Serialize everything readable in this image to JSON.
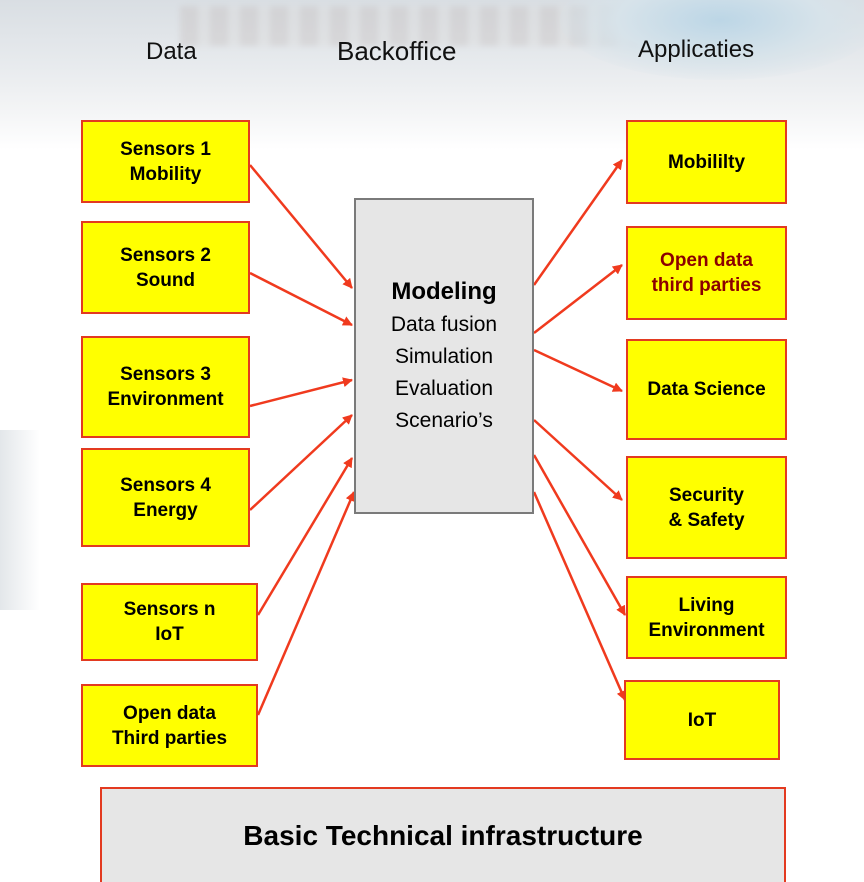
{
  "headers": {
    "data": "Data",
    "backoffice": "Backoffice",
    "applications": "Applicaties"
  },
  "sources": [
    {
      "line1": "Sensors 1",
      "line2": "Mobility"
    },
    {
      "line1": "Sensors 2",
      "line2": "Sound"
    },
    {
      "line1": "Sensors 3",
      "line2": "Environment"
    },
    {
      "line1": "Sensors 4",
      "line2": "Energy"
    },
    {
      "line1": "Sensors n",
      "line2": "IoT"
    },
    {
      "line1": "Open data",
      "line2": "Third parties"
    }
  ],
  "backoffice": {
    "title": "Modeling",
    "lines": [
      "Data fusion",
      "Simulation",
      "Evaluation",
      "Scenario’s"
    ]
  },
  "applications": [
    {
      "line1": "Mobililty",
      "line2": ""
    },
    {
      "line1": "Open data",
      "line2": "third parties"
    },
    {
      "line1": "Data Science",
      "line2": ""
    },
    {
      "line1": "Security",
      "line2": "& Safety"
    },
    {
      "line1": "Living",
      "line2": "Environment"
    },
    {
      "line1": "IoT",
      "line2": ""
    }
  ],
  "infrastructure": "Basic Technical infrastructure",
  "colors": {
    "box_fill": "#ffff00",
    "box_border": "#e33a20",
    "arrow": "#f03a1e",
    "highlight_text": "#8b0000"
  }
}
